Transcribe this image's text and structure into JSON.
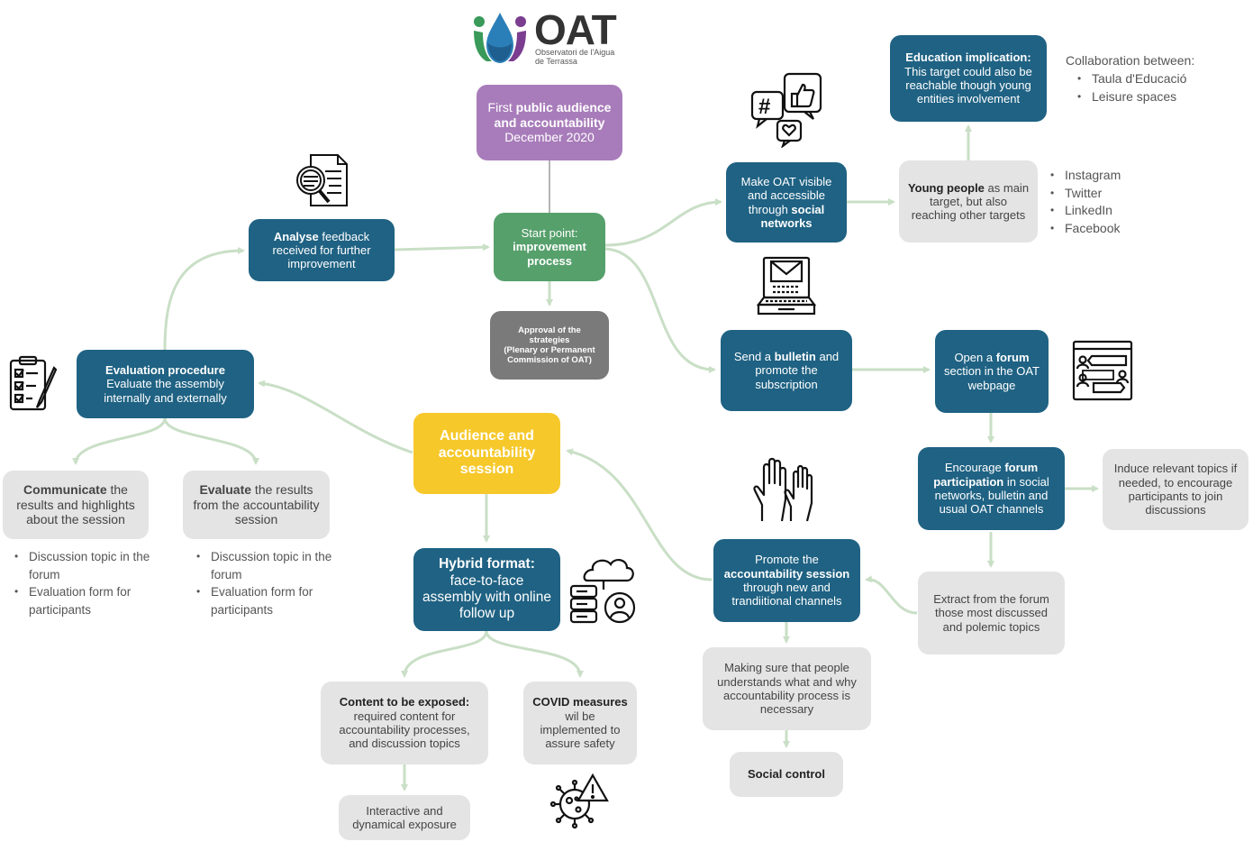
{
  "logo": {
    "text": "OAT",
    "subtitle": [
      "Observatori de l'Aigua",
      "de Terrassa"
    ]
  },
  "nodes": {
    "first_public": {
      "pre": "First ",
      "bold": "public audience and accountability",
      "post": "December 2020"
    },
    "start_point": {
      "pre": "Start point:",
      "bold": "improvement process"
    },
    "approval": {
      "lines": [
        "Approval of the strategies",
        "(Plenary or Permanent",
        "Commission of OAT)"
      ]
    },
    "analyse": {
      "bold": "Analyse",
      "post": " feedback received for further improvement"
    },
    "evaluation_proc": {
      "bold": "Evaluation procedure",
      "post": "Evaluate the assembly internally and externally"
    },
    "communicate": {
      "bold": "Communicate",
      "post": " the results and highlights about the session"
    },
    "evaluate_results": {
      "bold": "Evaluate",
      "post": " the results from the accountability session"
    },
    "audience_session": {
      "text": "Audience and accountability session"
    },
    "hybrid": {
      "bold": "Hybrid format:",
      "post": "face-to-face assembly with online follow up"
    },
    "content": {
      "bold": "Content to be exposed:",
      "post": "required content for accountability processes, and discussion topics"
    },
    "covid": {
      "bold": "COVID measures",
      "post": "wil be implemented to assure safety"
    },
    "interactive": {
      "text": "Interactive and dynamical exposure"
    },
    "make_visible": {
      "pre": "Make OAT visible and accessible through ",
      "bold": "social networks"
    },
    "young_people": {
      "bold": "Young people",
      "post": " as main target, but also reaching other targets"
    },
    "education": {
      "bold": "Education implication:",
      "post": "This target could also be reachable though young entities involvement"
    },
    "send_bulletin": {
      "pre": "Send a ",
      "bold": "bulletin",
      "post": " and promote the subscription"
    },
    "open_forum": {
      "pre": "Open a ",
      "bold": "forum",
      "post": " section in the OAT webpage"
    },
    "encourage": {
      "pre": "Encourage ",
      "bold": "forum participation",
      "post": " in social networks, bulletin and usual  OAT channels"
    },
    "induce": {
      "text": "Induce relevant topics if needed, to encourage participants to join discussions"
    },
    "extract": {
      "text": "Extract from the forum those most discussed and polemic topics"
    },
    "promote": {
      "pre": "Promote the",
      "bold": "accountability session",
      "post": "through new and trandiitional channels"
    },
    "making_sure": {
      "text": "Making sure that people understands what and why accountability process is necessary"
    },
    "social_control": {
      "text": "Social control"
    }
  },
  "lists": {
    "collaboration_title": "Collaboration between:",
    "collaboration": [
      "Taula d'Educació",
      "Leisure spaces"
    ],
    "social_networks": [
      "Instagram",
      "Twitter",
      "LinkedIn",
      "Facebook"
    ],
    "communicate_items": [
      "Discussion topic in the forum",
      "Evaluation form for participants"
    ],
    "evaluate_items": [
      "Discussion topic in the forum",
      "Evaluation form for participants"
    ]
  },
  "colors": {
    "teal": "#1f6283",
    "grey": "#e4e4e4",
    "dark_grey": "#7a7a7a",
    "green": "#56a06c",
    "purple": "#a87cba",
    "yellow": "#f6c82a",
    "connector": "#c9dfc6"
  },
  "icons": [
    "water-drop-people-logo-icon",
    "document-search-icon",
    "social-media-icon",
    "laptop-mail-icon",
    "forum-icon",
    "checklist-icon",
    "raised-hands-icon",
    "cloud-server-user-icon",
    "virus-warning-icon"
  ]
}
